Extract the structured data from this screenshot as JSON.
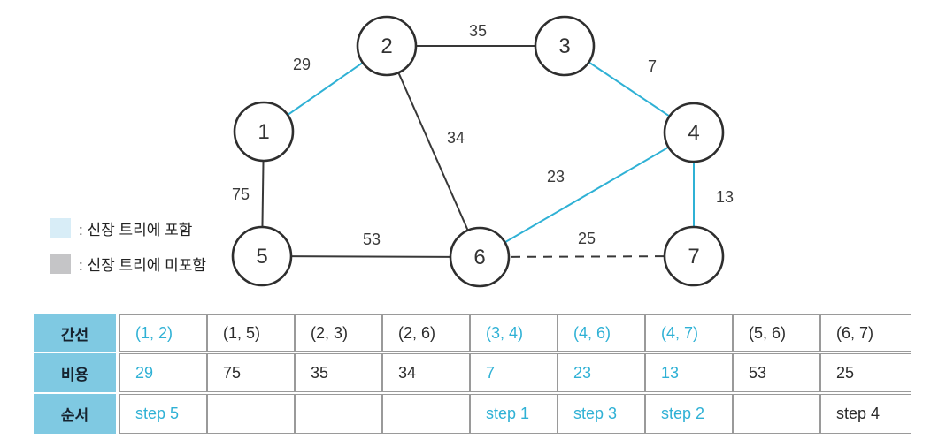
{
  "colors": {
    "accent": "#2fb1d5",
    "edge_dark": "#383838",
    "header_bg": "#7fc9e2",
    "legend_included": "#d8edf7",
    "legend_excluded": "#c5c5c7",
    "table_border": "#9a9a9a"
  },
  "legend": {
    "included_label": ": 신장 트리에 포함",
    "excluded_label": ": 신장 트리에 미포함"
  },
  "graph": {
    "nodes": [
      {
        "id": 1,
        "label": "1"
      },
      {
        "id": 2,
        "label": "2"
      },
      {
        "id": 3,
        "label": "3"
      },
      {
        "id": 4,
        "label": "4"
      },
      {
        "id": 5,
        "label": "5"
      },
      {
        "id": 6,
        "label": "6"
      },
      {
        "id": 7,
        "label": "7"
      }
    ],
    "edges": [
      {
        "from": 1,
        "to": 2,
        "weight": "29",
        "included": true,
        "dashed": false
      },
      {
        "from": 1,
        "to": 5,
        "weight": "75",
        "included": false,
        "dashed": false
      },
      {
        "from": 2,
        "to": 3,
        "weight": "35",
        "included": false,
        "dashed": false
      },
      {
        "from": 2,
        "to": 6,
        "weight": "34",
        "included": false,
        "dashed": false
      },
      {
        "from": 3,
        "to": 4,
        "weight": "7",
        "included": true,
        "dashed": false
      },
      {
        "from": 4,
        "to": 6,
        "weight": "23",
        "included": true,
        "dashed": false
      },
      {
        "from": 4,
        "to": 7,
        "weight": "13",
        "included": true,
        "dashed": false
      },
      {
        "from": 5,
        "to": 6,
        "weight": "53",
        "included": false,
        "dashed": false
      },
      {
        "from": 6,
        "to": 7,
        "weight": "25",
        "included": false,
        "dashed": true
      }
    ]
  },
  "table": {
    "rows": [
      {
        "header": "간선",
        "cells": [
          "(1, 2)",
          "(1, 5)",
          "(2, 3)",
          "(2, 6)",
          "(3, 4)",
          "(4, 6)",
          "(4, 7)",
          "(5, 6)",
          "(6, 7)"
        ]
      },
      {
        "header": "비용",
        "cells": [
          "29",
          "75",
          "35",
          "34",
          "7",
          "23",
          "13",
          "53",
          "25"
        ]
      },
      {
        "header": "순서",
        "cells": [
          "step 5",
          "",
          "",
          "",
          "step 1",
          "step 3",
          "step 2",
          "",
          "step 4"
        ]
      }
    ],
    "highlighted_columns": [
      0,
      4,
      5,
      6
    ]
  }
}
